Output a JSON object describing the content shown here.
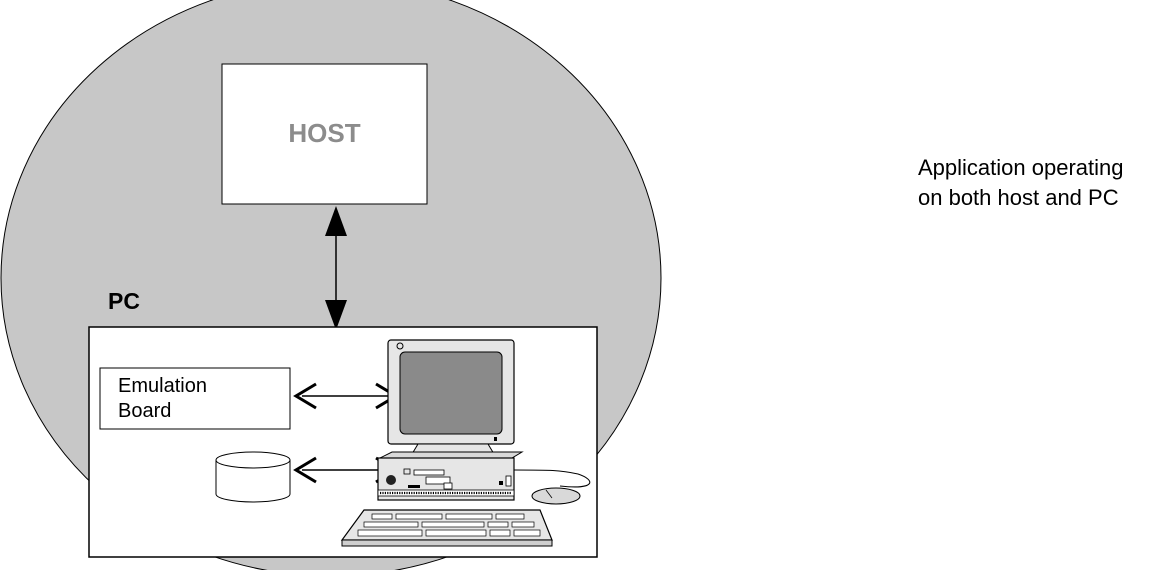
{
  "host": {
    "label": "HOST"
  },
  "pc": {
    "label": "PC"
  },
  "emulation_board": {
    "line1": "Emulation",
    "line2": "Board"
  },
  "description": {
    "line1": "Application operating",
    "line2": "on both host and PC"
  },
  "colors": {
    "ellipse": "#c7c7c7",
    "host_text": "#8c8c8c",
    "monitor_screen": "#8a8a8a",
    "stroke": "#000000"
  },
  "icons": [
    "pc-workstation-icon",
    "disk-drive-icon",
    "mouse-icon",
    "keyboard-icon"
  ]
}
